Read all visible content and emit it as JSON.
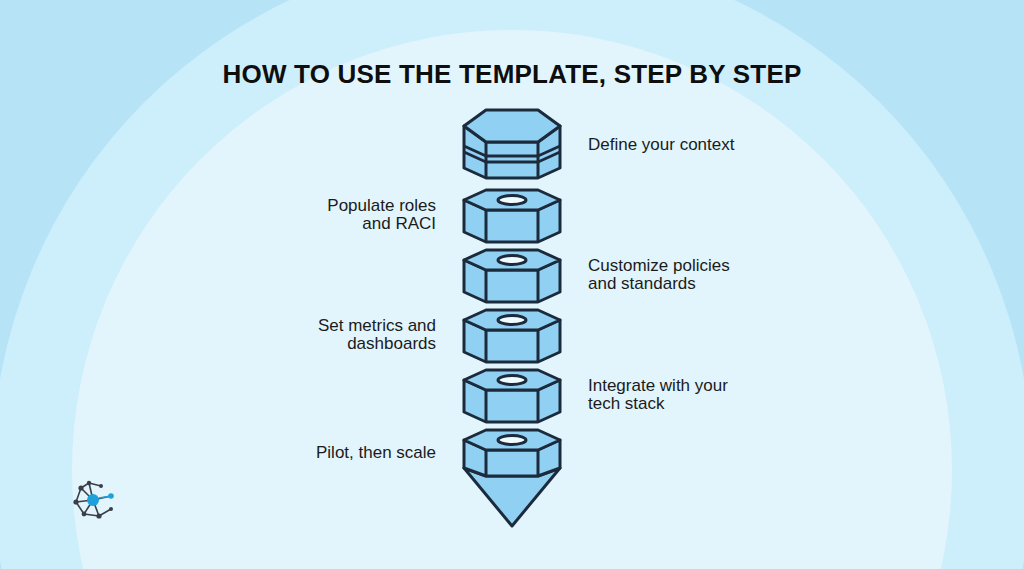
{
  "diagram": {
    "title": "HOW TO USE THE TEMPLATE, STEP BY STEP",
    "nodes": [
      {
        "text": [
          "Define your context"
        ]
      },
      {
        "text": [
          "Populate roles and RACI"
        ]
      },
      {
        "text": [
          "Customize policies and standards"
        ]
      },
      {
        "text": [
          "Set metrics and dashboards"
        ]
      },
      {
        "text": [
          "Integrate with your tech stack"
        ]
      },
      {
        "text": [
          "Pilot, then scale"
        ]
      }
    ]
  }
}
